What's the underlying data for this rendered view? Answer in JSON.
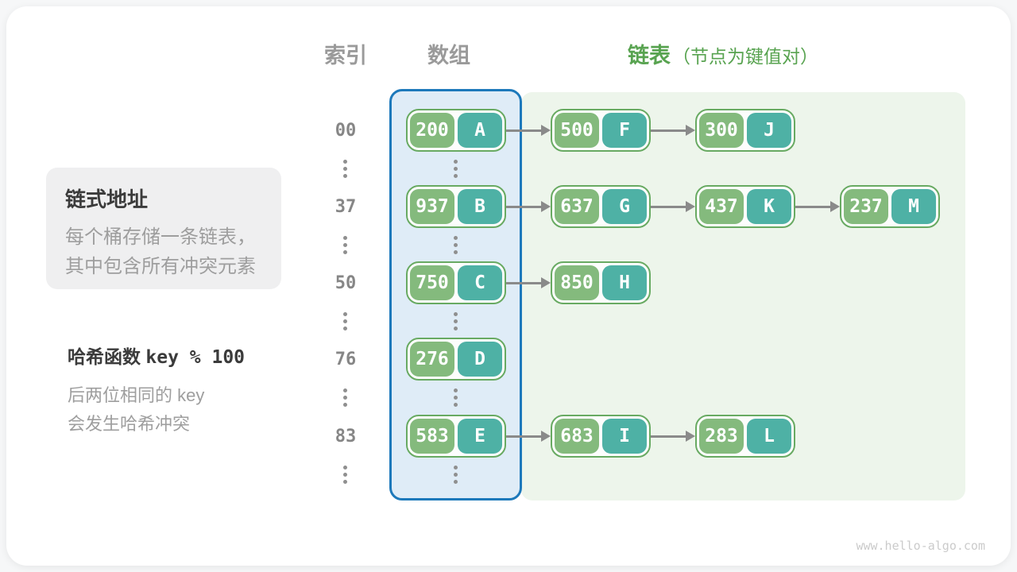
{
  "header": {
    "index_label": "索引",
    "array_label": "数组",
    "list_label": "链表",
    "list_note": "（节点为键值对）"
  },
  "sidebar": {
    "card_title": "链式地址",
    "card_lines": [
      "每个桶存储一条链表，",
      "其中包含所有冲突元素"
    ],
    "hash_fn_label": "哈希函数",
    "hash_fn_code": "key % 100",
    "hash_lines": [
      "后两位相同的 key",
      "会发生哈希冲突"
    ]
  },
  "diagram": {
    "rows": [
      {
        "index": "00",
        "chain": [
          {
            "key": "200",
            "value": "A"
          },
          {
            "key": "500",
            "value": "F"
          },
          {
            "key": "300",
            "value": "J"
          }
        ]
      },
      {
        "index": "37",
        "chain": [
          {
            "key": "937",
            "value": "B"
          },
          {
            "key": "637",
            "value": "G"
          },
          {
            "key": "437",
            "value": "K"
          },
          {
            "key": "237",
            "value": "M"
          }
        ]
      },
      {
        "index": "50",
        "chain": [
          {
            "key": "750",
            "value": "C"
          },
          {
            "key": "850",
            "value": "H"
          }
        ]
      },
      {
        "index": "76",
        "chain": [
          {
            "key": "276",
            "value": "D"
          }
        ]
      },
      {
        "index": "83",
        "chain": [
          {
            "key": "583",
            "value": "E"
          },
          {
            "key": "683",
            "value": "I"
          },
          {
            "key": "283",
            "value": "L"
          }
        ]
      }
    ],
    "ellipsis_columns": [
      "index",
      "array"
    ]
  },
  "colors": {
    "green_header": "#58a350",
    "node_border": "#68aa62",
    "node_key": "#84ba7d",
    "node_val": "#4eb1a5",
    "zone_green": "#edf5eb",
    "zone_blue_fill": "#dfecf7",
    "zone_blue_border": "#1d79bb",
    "arrow_gray": "#8a8a8a",
    "text_dark": "#3b3b3b",
    "text_gray": "#9e9e9e",
    "index_gray": "#868686"
  },
  "watermark": "www.hello-algo.com"
}
